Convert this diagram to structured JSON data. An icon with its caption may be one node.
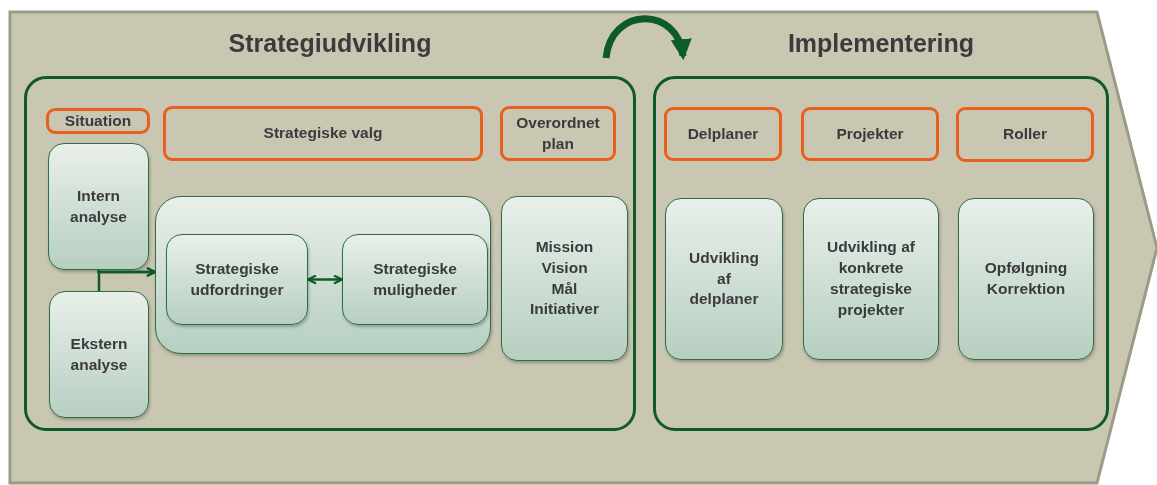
{
  "diagram": {
    "nodes": [
      {
        "text": [
          "Strategiudvikling"
        ]
      },
      {
        "text": [
          "Implementering"
        ]
      },
      {
        "text": [
          "Situation"
        ],
        "in": 0
      },
      {
        "text": [
          "Strategiske valg"
        ],
        "in": 0
      },
      {
        "text": [
          "Overordnet plan"
        ],
        "in": 0
      },
      {
        "text": [
          "Intern analyse"
        ],
        "in": 0
      },
      {
        "text": [
          "Ekstern analyse"
        ],
        "in": 0
      },
      {
        "text": [],
        "shape": "box",
        "in": 0
      },
      {
        "text": [
          "Strategiske udfordringer"
        ],
        "in": 7
      },
      {
        "text": [
          "Strategiske muligheder"
        ],
        "in": 7
      },
      {
        "text": [
          "Mission Vision Mål Initiativer"
        ],
        "in": 0
      },
      {
        "text": [
          "Delplaner"
        ],
        "in": 1
      },
      {
        "text": [
          "Projekter"
        ],
        "in": 1
      },
      {
        "text": [
          "Roller"
        ],
        "in": 1
      },
      {
        "text": [
          "Udvikling af delplaner"
        ],
        "in": 1
      },
      {
        "text": [
          "Udvikling af konkrete strategiske projekter"
        ],
        "in": 1
      },
      {
        "text": [
          "Opfølgning Korrektion"
        ],
        "in": 1
      }
    ],
    "edges": [
      {
        "from": 0,
        "to": 1,
        "arrow": "to",
        "style": "thick"
      },
      {
        "from": 5,
        "to": 7,
        "arrow": "to"
      },
      {
        "from": 6,
        "to": 7,
        "arrow": "to"
      },
      {
        "from": 8,
        "to": 9,
        "arrow": "both"
      }
    ]
  }
}
